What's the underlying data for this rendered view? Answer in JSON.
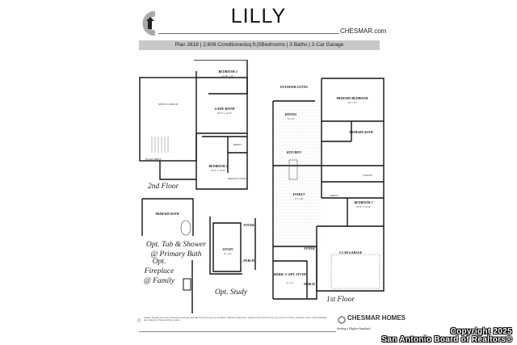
{
  "header": {
    "title": "LILLY",
    "website": "CHESMAR.com",
    "specs": "Plan 2618 | 2,609 Conditionedsq.ft.|5Bedrooms | 3 Baths | 2-Car Garage"
  },
  "second_floor": {
    "caption": "2nd Floor",
    "rooms": [
      {
        "name": "BEDROOM 4",
        "dims": "11'-8\" x 11'"
      },
      {
        "name": "GAME ROOM",
        "dims": "16'-3\" x 12'-6\""
      },
      {
        "name": "BEDROOM 3",
        "dims": "13'-3\" x 10'-6\""
      },
      {
        "name": "BATH 3",
        "dims": ""
      },
      {
        "name": "OPEN TO BELOW",
        "dims": ""
      },
      {
        "name": "WALK-IN CLOSET",
        "dims": ""
      },
      {
        "name": "PLANT SHELF",
        "dims": ""
      }
    ]
  },
  "first_floor": {
    "caption": "1st Floor",
    "rooms": [
      {
        "name": "OUTDOOR LIVING",
        "dims": ""
      },
      {
        "name": "PRIMARY BEDROOM",
        "dims": "16' x 13'"
      },
      {
        "name": "DINING",
        "dims": "12' x 9'"
      },
      {
        "name": "PRIMARY BATH",
        "dims": ""
      },
      {
        "name": "KITCHEN",
        "dims": ""
      },
      {
        "name": "UTILITY",
        "dims": ""
      },
      {
        "name": "FAMILY",
        "dims": "17' x 18'"
      },
      {
        "name": "BATH 2",
        "dims": ""
      },
      {
        "name": "BEDROOM 2",
        "dims": "10'-6\" x 12'-6\""
      },
      {
        "name": "FOYER",
        "dims": ""
      },
      {
        "name": "2-CAR GARAGE",
        "dims": ""
      },
      {
        "name": "BDRM. 5/ OPT. STUDY",
        "dims": "9' x 11'"
      },
      {
        "name": "PORCH",
        "dims": ""
      }
    ]
  },
  "options": [
    {
      "caption": "Opt. Tub & Shower @ Primary Bath",
      "room": "PRIMARY BATH"
    },
    {
      "caption": "Opt. Study",
      "room": "STUDY",
      "dims": "9' x 10'"
    },
    {
      "caption": "Opt. Fireplace @ Family"
    }
  ],
  "option_labels": {
    "foyer": "FOYER",
    "porch": "PORCH"
  },
  "footer": {
    "disclaimer": "Square footage and room dimensions are approximate and may vary per elevation. Window placement, wall line and porches may vary lot to lot. Prices, features, prices and availability are subject to change without notice.",
    "brand": "CHESMAR HOMES",
    "tagline": "Setting a Higher Standard",
    "icon": "equal-housing-icon"
  },
  "watermark": {
    "line1": "Copyright 2025",
    "line2": "San Antonio Board of Realtors®"
  }
}
